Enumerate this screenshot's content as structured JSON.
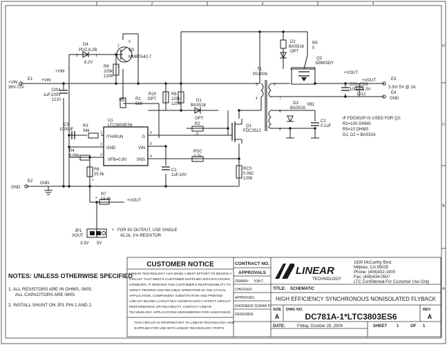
{
  "border": {
    "top": [
      "2",
      "3",
      "4"
    ],
    "right": [
      "D",
      "C",
      "B",
      "A"
    ]
  },
  "diagram": {
    "components": {
      "d4": {
        "ref": "D4",
        "value": "PDZ-8.2B",
        "pin1": "1",
        "pin2": "2",
        "voltage": "8.2V"
      },
      "q3": {
        "ref": "Q3",
        "value": "MMBTA42-7",
        "pin1": "1",
        "pin2": "2",
        "pin3": "3"
      },
      "r9": {
        "ref": "R9",
        "value": "220k",
        "size": "1206"
      },
      "e1": {
        "ref": "E1",
        "label": "36V-72V",
        "net": "+VIN"
      },
      "vin": {
        "net1": "+VIN",
        "net2": "+VIN"
      },
      "cin1": {
        "ref": "CIN1",
        "value": "1uF,100V",
        "size": "1210"
      },
      "vb1a": {
        "label": "VB1"
      },
      "r1": {
        "ref": "R1",
        "value": "560"
      },
      "r10": {
        "ref": "R10",
        "value": "OPT"
      },
      "r8": {
        "ref": "R8",
        "value": "220k",
        "size": "1206"
      },
      "d1a": {
        "ref": "D1",
        "value": "BAS516",
        "note": "OPT"
      },
      "r2": {
        "ref": "R2",
        "value": "0"
      },
      "q1": {
        "ref": "Q1",
        "value": "FDC2512"
      },
      "u1": {
        "ref": "U1",
        "value": "LTC3803ES6",
        "pin_ith": "ITH/RUN",
        "pin_gnd": "GND",
        "pin_vfb": "VFB=0.8V",
        "pin_g": "G",
        "pin_vin": "VIN",
        "pin_sns": "SNS",
        "n1": "1",
        "n2": "2",
        "n3": "3",
        "n4": "4",
        "n5": "5",
        "n6": "6"
      },
      "c3": {
        "ref": "C3",
        "value": "1000pF"
      },
      "r3": {
        "ref": "R3",
        "value": "34k"
      },
      "r4": {
        "ref": "R4",
        "value": "8.06k"
      },
      "r6": {
        "ref": "R6",
        "value": "25.5k"
      },
      "c1": {
        "ref": "C1",
        "value": "1uF,10V"
      },
      "rsc": {
        "ref": "RSC",
        "value": "4.7k"
      },
      "rcs": {
        "ref": "RCS",
        "value": "0.082",
        "size": "1206"
      },
      "e2": {
        "ref": "E2",
        "label": "GND",
        "net": "GND"
      },
      "r7": {
        "ref": "R7",
        "value": "16.9k"
      },
      "vout_net": {
        "label": "+VOUT"
      },
      "jp1": {
        "ref": "JP1",
        "label": "VOUT",
        "opt1": "3.3V",
        "opt2": "5V"
      },
      "note5v": {
        "line1": "FOR 5V OUTPUT, USE SINGLE",
        "line2": "42.2k, 1% RESISTOR."
      },
      "t1": {
        "ref": "T1",
        "value": "PA1006",
        "p3": "3",
        "p4": "4",
        "p9": "9",
        "p7": "7",
        "p6": "6",
        "p5": "5"
      },
      "d2": {
        "ref": "D2",
        "value": "BAS516",
        "note": "OPT"
      },
      "r5": {
        "ref": "R5",
        "value": "0"
      },
      "q2": {
        "ref": "Q2",
        "value": "Si9803DY"
      },
      "d3": {
        "ref": "D3",
        "value": "BAS516"
      },
      "vb1b": {
        "label": "VB1"
      },
      "c2": {
        "ref": "C2",
        "value": "0.1uF"
      },
      "co1": {
        "ref": "CO1-CO3",
        "value": "100uF,6.3V",
        "size": "1812"
      },
      "vout_top": {
        "label1": "+VOUT",
        "label2": "+VOUT"
      },
      "e3": {
        "ref": "E3",
        "label": "3.3V/ 5V @ 2A"
      },
      "e4": {
        "ref": "E4",
        "label": "GND"
      },
      "fdc_note": {
        "line1": "IF FDC602P IS USED FOR Q2:",
        "line2": "R2=100 OHMS",
        "line3": "R5=10 OHMS",
        "line4": "D1, D2 = BAS516"
      },
      "star": "*"
    }
  },
  "notes": {
    "title": "NOTES:  UNLESS OTHERWISE SPECIFIED",
    "n1_line1": "1.  ALL RESISTORS ARE IN OHMS, 0805.",
    "n1_line2": "ALL CAPACITORS ARE 0805.",
    "n2": "2.  INSTALL SHUNT ON JP1 PIN 1 AND 2."
  },
  "title_block": {
    "customer_notice": {
      "title": "CUSTOMER NOTICE",
      "body": [
        "LINEAR TECHNOLOGY HAS MADE A BEST EFFORT TO DESIGN A",
        "CIRCUIT THAT MEETS CUSTOMER-SUPPLIED SPECIFICATIONS;",
        "HOWEVER, IT REMAINS THE CUSTOMER'S RESPONSIBILITY TO",
        "VERIFY PROPER AND RELIABLE OPERATION IN THE ACTUAL",
        "APPLICATION. COMPONENT SUBSTITUTION AND PRINTED",
        "CIRCUIT BOARD LAYOUT MAY SIGNIFICANTLY AFFECT CIRCUIT",
        "PERFORMANCE OR RELIABILITY. CONTACT LINEAR",
        "TECHNOLOGY APPLICATIONS ENGINEERING FOR ASSISTANCE."
      ],
      "footer1": "THIS CIRCUIT IS PROPRIETARY TO LINEAR TECHNOLOGY AND",
      "footer2": "SUPPLIED FOR USE WITH LINEAR TECHNOLOGY PARTS."
    },
    "contract_no": "CONTRACT NO.",
    "approvals": "APPROVALS",
    "drawn_label": "DRAWN:",
    "drawn_value": "KIM T.",
    "checked": "CHECKED:",
    "approved": "APPROVED:",
    "engineer_label": "ENGINEER:",
    "engineer_value": "GORAN P.",
    "designer": "DESIGNER:",
    "logo_text": "LINEAR",
    "logo_sub": "TECHNOLOGY",
    "address": [
      "1630 McCarthy Blvd.",
      "Milpitas, CA 95035",
      "Phone: (408)432-1900",
      "Fax: (408)434-0507",
      "LTC Confidential-For Customer Use Only"
    ],
    "title_label": "TITLE:",
    "title_value": "SCHEMATIC",
    "main_title": "HIGH EFFICIENCY SYNCHRONOUS NONISOLATED FLYBACK",
    "size_label": "SIZE",
    "size_value": "A",
    "dwg_label": "DWG NO.",
    "dwg_value": "DC781A-1*LTC3803ES6",
    "rev_label": "REV",
    "rev_value": "A",
    "date_label": "DATE:",
    "date_value": "Friday, October 29, 2004",
    "sheet_label": "SHEET",
    "sheet_value": "1",
    "of_label": "OF",
    "of_value": "1"
  }
}
